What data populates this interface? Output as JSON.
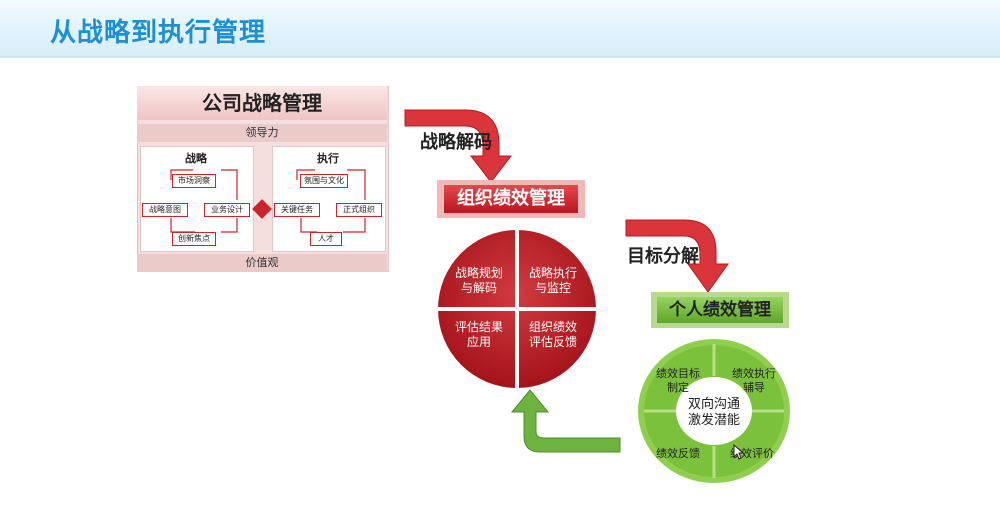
{
  "header": {
    "title": "从战略到执行管理"
  },
  "company": {
    "title": "公司战略管理",
    "top_bar": "领导力",
    "bottom_bar": "价值观",
    "strategy": {
      "title": "战略",
      "items": [
        "市场洞察",
        "战略意图",
        "业务设计",
        "创新焦点"
      ]
    },
    "execution": {
      "title": "执行",
      "items": [
        "氛围与文化",
        "关键任务",
        "正式组织",
        "人才"
      ]
    }
  },
  "labels": {
    "decode": "战略解码",
    "target": "目标分解"
  },
  "org": {
    "title": "组织绩效管理",
    "quadrants": [
      "战略规划\n与解码",
      "战略执行\n与监控",
      "评估结果\n应用",
      "组织绩效\n评估反馈"
    ]
  },
  "individual": {
    "title": "个人绩效管理",
    "segments": [
      "绩效目标\n制定",
      "绩效执行\n辅导",
      "绩效反馈",
      "绩效评价"
    ],
    "center": "双向沟通\n激发潜能"
  },
  "colors": {
    "accent_red": "#c9252b",
    "accent_green": "#6cb33f",
    "title_blue": "#1d8fd6"
  }
}
